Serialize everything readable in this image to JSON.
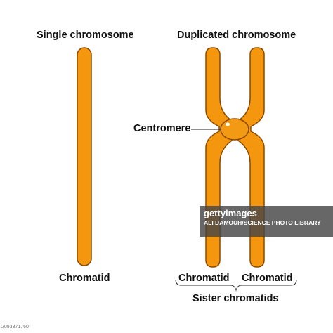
{
  "labels": {
    "single_title": "Single chromosome",
    "duplicated_title": "Duplicated chromosome",
    "centromere": "Centromere",
    "chromatid_left": "Chromatid",
    "chromatid_mid": "Chromatid",
    "chromatid_right": "Chromatid",
    "sister_chromatids": "Sister chromatids"
  },
  "watermark": {
    "logo": "gettyimages",
    "credit": "ALI DAMOUH/SCIENCE PHOTO LIBRARY",
    "image_id": "2093371760"
  },
  "colors": {
    "chromosome_fill": "#f5960f",
    "chromosome_outline": "#8a4a00",
    "centromere_fill": "#f39a14",
    "text": "#111111",
    "background": "#ffffff"
  }
}
